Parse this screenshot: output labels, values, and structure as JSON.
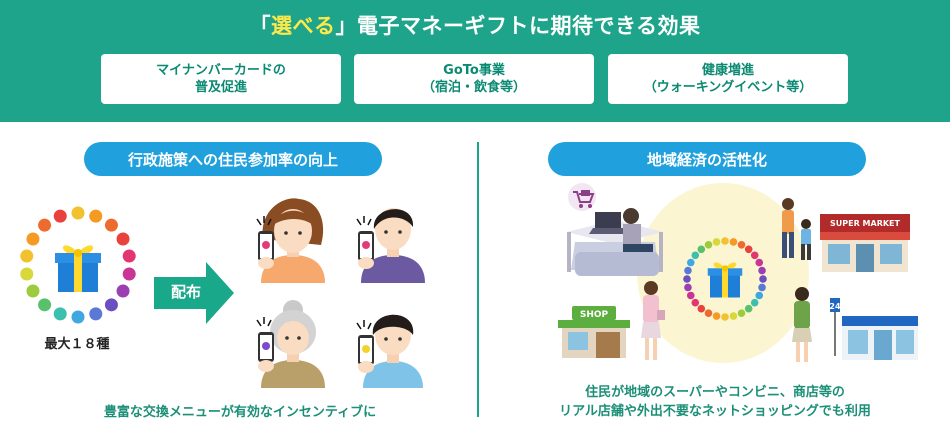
{
  "header": {
    "title_quote_open": "「",
    "title_highlight": "選べる",
    "title_quote_close": "」",
    "title_rest": "電子マネーギフトに期待できる効果",
    "effects": [
      {
        "line1": "マイナンバーカードの",
        "line2": "普及促進"
      },
      {
        "line1": "GoTo事業",
        "line2": "（宿泊・飲食等）"
      },
      {
        "line1": "健康増進",
        "line2": "（ウォーキングイベント等）"
      }
    ]
  },
  "left": {
    "pill": "行政施策への住民参加率の向上",
    "gift_label": "最大１８種",
    "arrow_label": "配布",
    "caption": "豊富な交換メニューが有効なインセンティブに"
  },
  "right": {
    "pill": "地域経済の活性化",
    "supermarket_sign": "SUPER MARKET",
    "shop_sign": "SHOP",
    "store_number": "24",
    "caption_line1": "住民が地域のスーパーやコンビニ、商店等の",
    "caption_line2": "リアル店舗や外出不要なネットショッピングでも利用"
  },
  "colors": {
    "band": "#1ea48a",
    "highlight": "#ffe94a",
    "pill": "#21a0de",
    "text_green": "#1b8f77",
    "gift_blue": "#1f7fd6",
    "ribbon": "#ffd92e"
  }
}
